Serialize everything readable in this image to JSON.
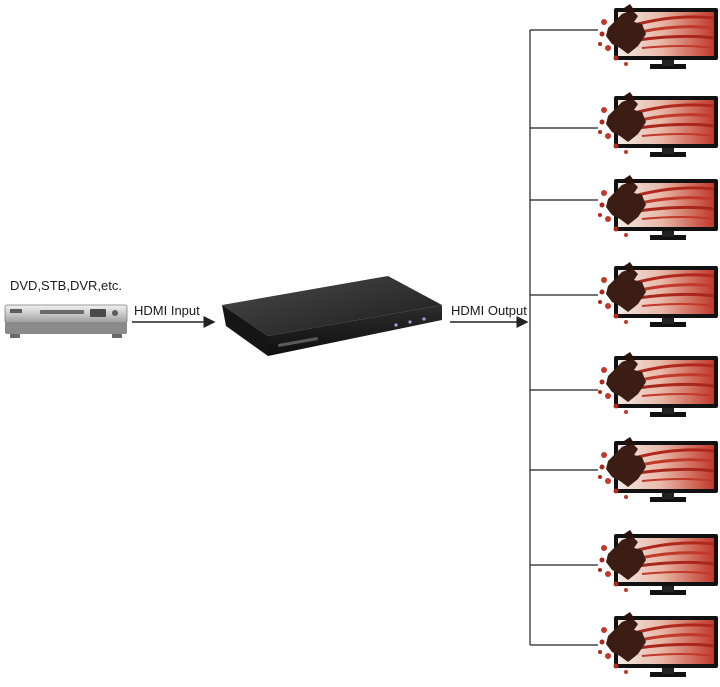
{
  "source": {
    "label": "DVD,STB,DVR,etc.",
    "icon": "dvd-player-icon"
  },
  "input": {
    "label": "HDMI Input"
  },
  "splitter": {
    "icon": "hdmi-splitter-icon",
    "color": "#2a2a2a"
  },
  "output": {
    "label": "HDMI Output",
    "display_count": 8,
    "display_icon": "tv-display-icon"
  },
  "colors": {
    "line": "#222222",
    "screen_red": "#c0392b",
    "tv_frame": "#111111"
  }
}
